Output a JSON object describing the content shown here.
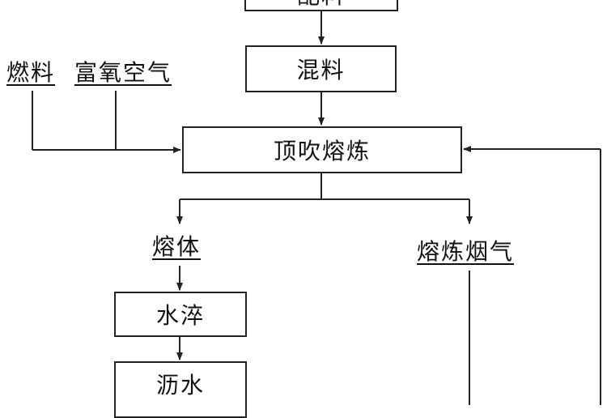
{
  "nodes": {
    "raw_material": "配料",
    "mixing": "混料",
    "top_blown_smelting": "顶吹熔炼",
    "water_quenching": "水淬",
    "dewatering": "沥水"
  },
  "inputs": {
    "fuel": "燃料",
    "oxygen_enriched_air": "富氧空气"
  },
  "outputs": {
    "melt": "熔体",
    "smelting_flue_gas": "熔炼烟气"
  }
}
